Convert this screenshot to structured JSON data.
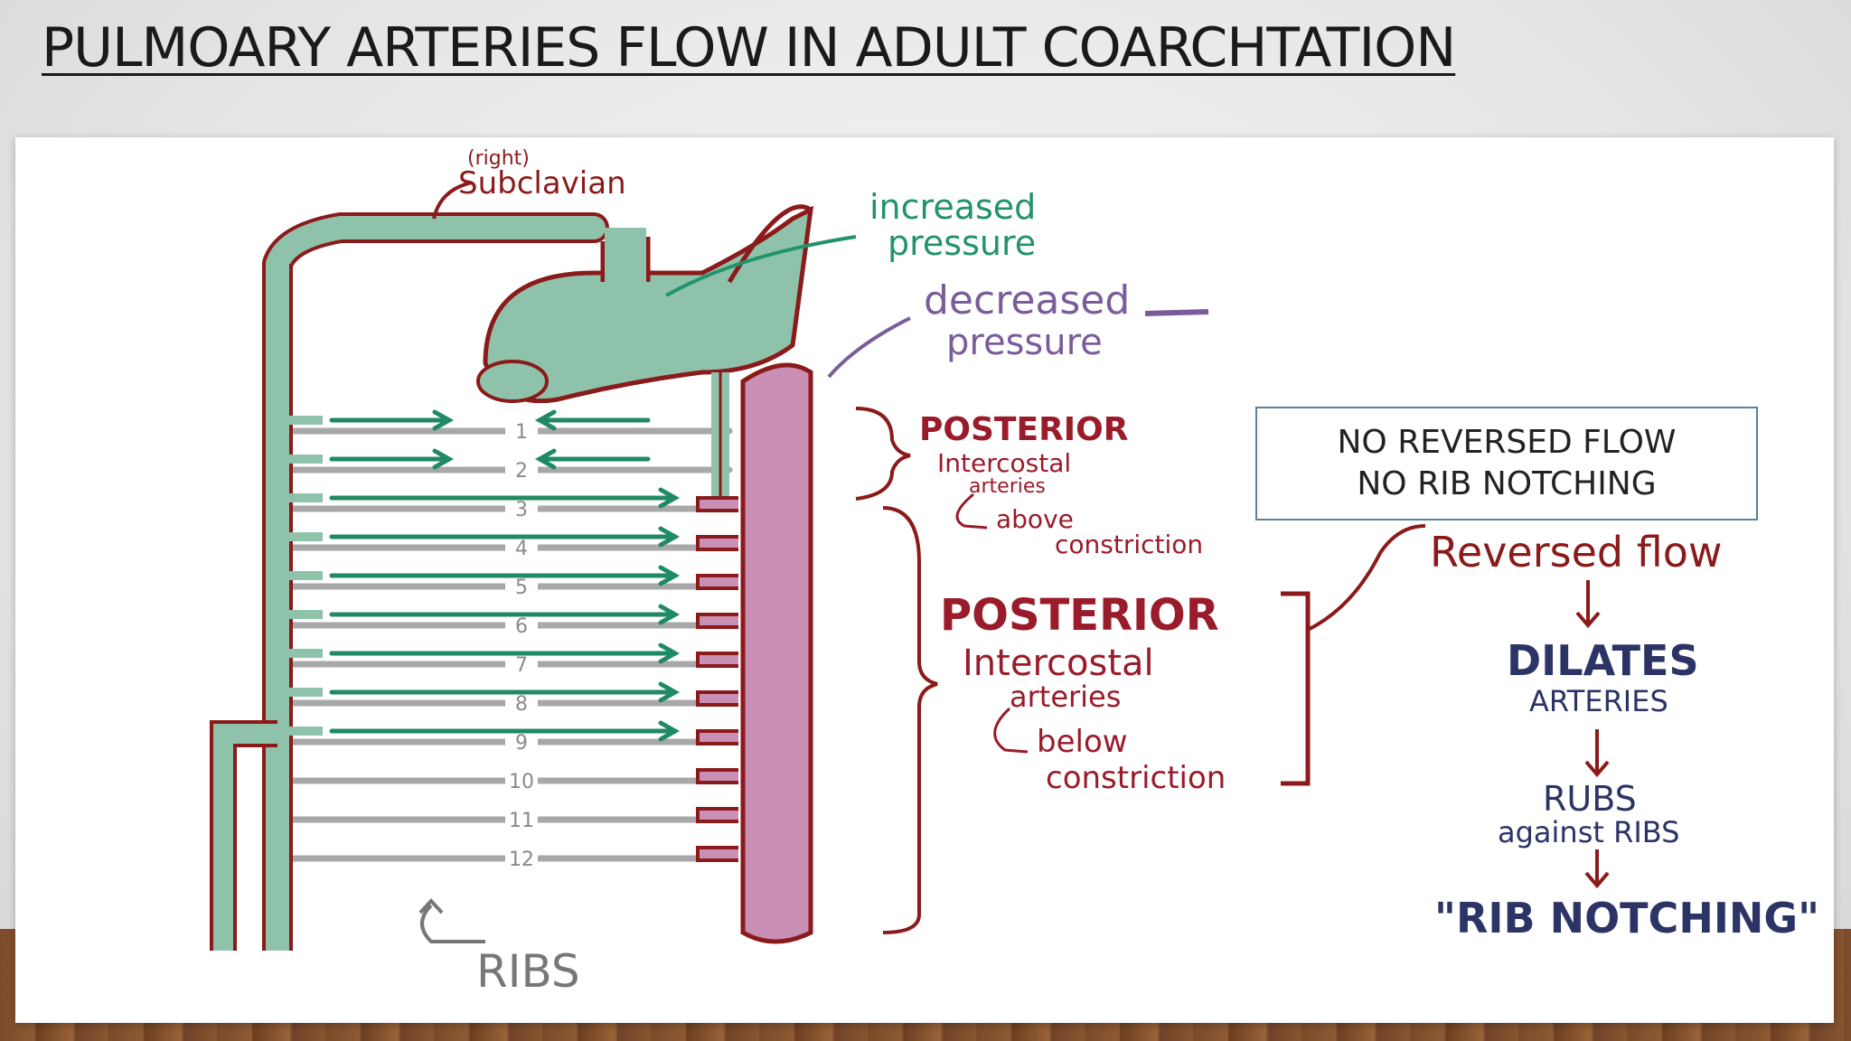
{
  "title": "PULMOARY ARTERIES FLOW IN  ADULT COARCHTATION",
  "callout": {
    "line1": "NO REVERSED FLOW",
    "line2": "NO RIB NOTCHING"
  },
  "diagram": {
    "subclavian_qualifier": "(right)",
    "subclavian": "Subclavian",
    "increased_line1": "increased",
    "increased_line2": "pressure",
    "decreased_line1": "decreased",
    "decreased_line2": "pressure",
    "posterior_upper": "POSTERIOR",
    "intercostal_upper": "Intercostal",
    "arteries_upper": "arteries",
    "above_line1": "above",
    "above_line2": "constriction",
    "posterior_lower": "POSTERIOR",
    "intercostal_lower": "Intercostal",
    "arteries_lower": "arteries",
    "below_line1": "below",
    "below_line2": "constriction",
    "reversed_flow": "Reversed flow",
    "dilates": "DILATES",
    "dilates_arteries": "ARTERIES",
    "rubs": "RUBS",
    "against_ribs": "against RIBS",
    "rib_notching": "\"RIB NOTCHING\"",
    "ribs_label": "RIBS",
    "rib_numbers": [
      "1",
      "2",
      "3",
      "4",
      "5",
      "6",
      "7",
      "8",
      "9",
      "10",
      "11",
      "12"
    ]
  },
  "colors": {
    "green_vessel": "#8fc2ab",
    "green_arrow": "#1f8a63",
    "aorta_purple": "#c98fb5",
    "outline_red": "#8b1a1a",
    "label_red": "#9a1b2a",
    "label_green": "#22936a",
    "label_purple": "#7a5c9a",
    "label_navy": "#2c3466",
    "rib_gray": "#a8a8a8"
  }
}
